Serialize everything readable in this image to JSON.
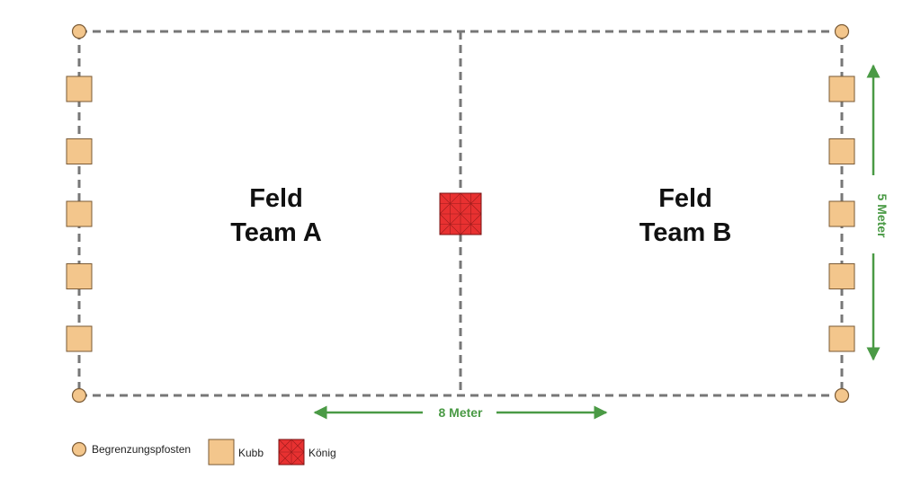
{
  "fields": {
    "team_a": {
      "line1": "Feld",
      "line2": "Team A"
    },
    "team_b": {
      "line1": "Feld",
      "line2": "Team B"
    }
  },
  "dimensions": {
    "length": "8 Meter",
    "width": "5 Meter"
  },
  "legend": {
    "post": "Begrenzungspfosten",
    "kubb": "Kubb",
    "king": "König"
  },
  "kubbs_per_side": 5,
  "colors": {
    "kubb_fill": "#f3c68c",
    "kubb_stroke": "#7a5a35",
    "king_fill": "#e83131",
    "king_line": "#7a1414",
    "field_line": "#777777",
    "dimension_arrow": "#4a9a45"
  }
}
